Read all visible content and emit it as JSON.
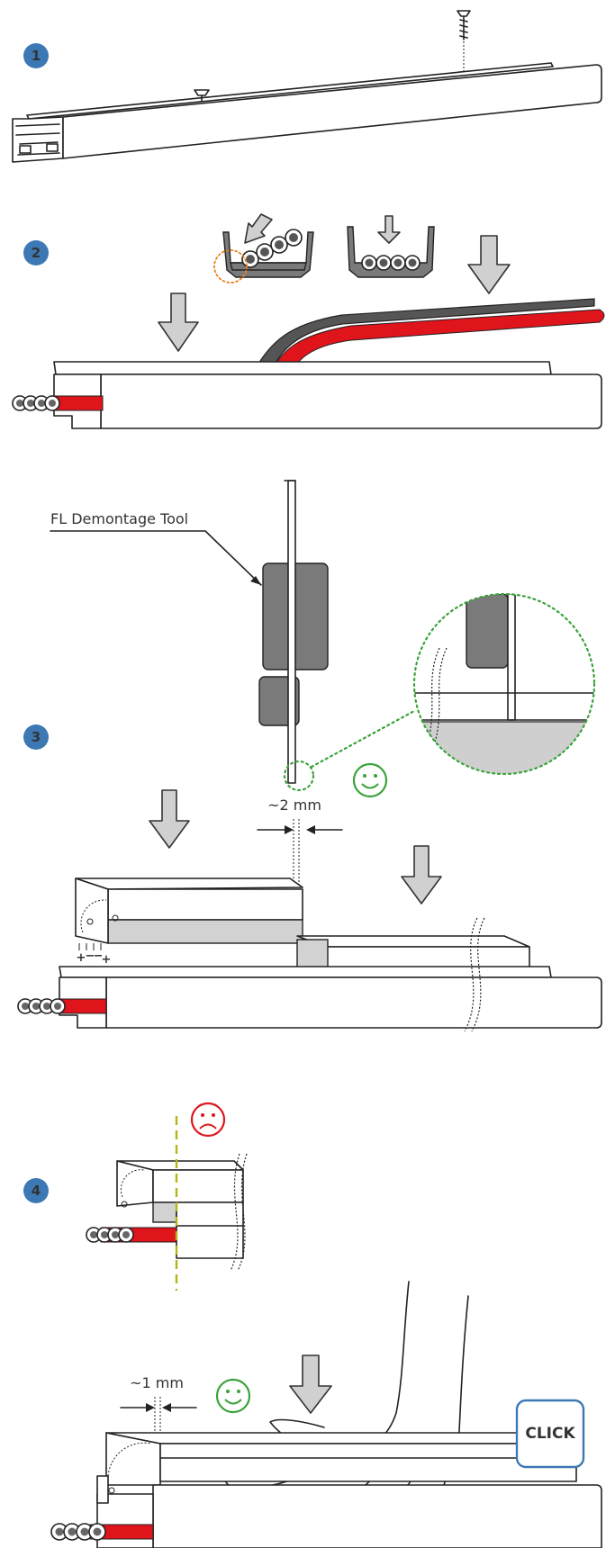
{
  "steps": {
    "step1": "1",
    "step2": "2",
    "step3": "3",
    "step4": "4"
  },
  "labels": {
    "tool": "FL Demontage Tool",
    "gap_ok": "~2 mm",
    "gap_click": "~1 mm",
    "click": "CLICK",
    "polarity": [
      "+",
      "−",
      "−",
      "+"
    ]
  },
  "colors": {
    "step_badge": "#3c78b4",
    "ok_green": "#3aa33a",
    "bad_red": "#e0141b",
    "cable_red": "#e0141b",
    "click_border": "#3c78b4"
  },
  "icons": {
    "ok": "smiley-happy-icon",
    "bad": "smiley-sad-icon"
  }
}
